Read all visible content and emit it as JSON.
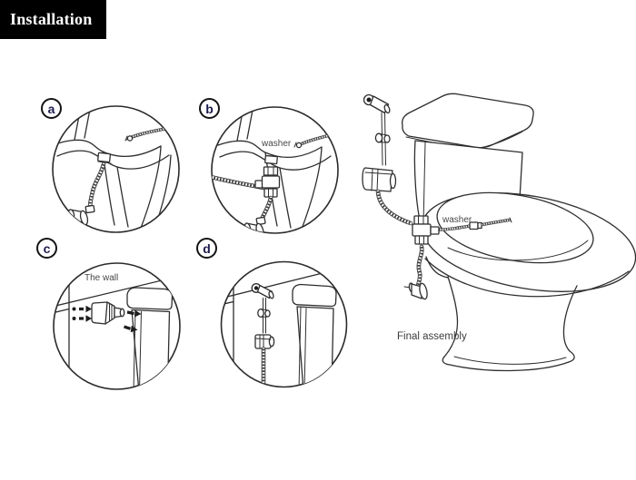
{
  "header": {
    "title": "Installation"
  },
  "steps": {
    "a": {
      "letter": "a"
    },
    "b": {
      "letter": "b",
      "annotation": "washer"
    },
    "c": {
      "letter": "c",
      "annotation": "The wall"
    },
    "d": {
      "letter": "d"
    }
  },
  "final_assembly": {
    "label": "Final assembly",
    "annotation": "washer"
  },
  "colors": {
    "background": "#ffffff",
    "ink": "#2e2e2e",
    "annotation_text": "#474747",
    "header_bg": "#000000",
    "header_text": "#ffffff"
  }
}
